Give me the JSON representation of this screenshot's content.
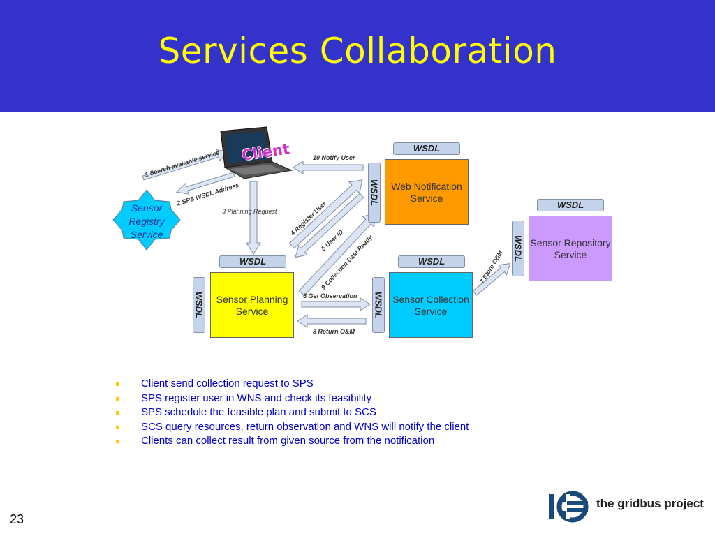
{
  "title": "Services Collaboration",
  "diagram": {
    "client_label": "Client",
    "services": {
      "sensor_registry": "Sensor Registry Service",
      "web_notification": "Web Notification Service",
      "sensor_planning": "Sensor Planning Service",
      "sensor_collection": "Sensor Collection Service",
      "sensor_repository": "Sensor Repository Service"
    },
    "wsdl": "WSDL",
    "steps": {
      "s1": "1 Search available service",
      "s2": "2 SPS WSDL Address",
      "s3": "3 Planning Request",
      "s4": "4 Register User",
      "s5": "5 User ID",
      "s6": "6 Get Observation",
      "s7": "7 Store O&M",
      "s8": "8 Return O&M",
      "s9": "9 Collection Data Ready",
      "s10": "10 Notify User"
    },
    "colors": {
      "registry": "#00ccff",
      "notification": "#ff9900",
      "planning": "#ffff00",
      "collection": "#00ccff",
      "repository": "#cc99ff",
      "wsdl_fill": "#c5d3ea",
      "arrow_fill": "#dbe5f3"
    }
  },
  "bullets": [
    "Client send collection request to SPS",
    "SPS register user in WNS and check its feasibility",
    "SPS schedule the feasible plan and submit to SCS",
    "SCS query resources, return observation  and WNS will notify the client",
    "Clients can collect result from given source from the notification"
  ],
  "page_number": "23",
  "logo": {
    "text": "the gridbus project"
  }
}
